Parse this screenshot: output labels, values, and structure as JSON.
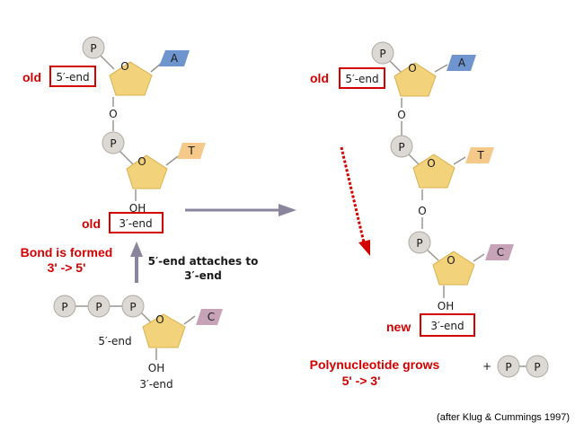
{
  "colors": {
    "phosphate_fill": "#dcd8d3",
    "phosphate_stroke": "#b0aaa4",
    "sugar_fill": "#f2d27a",
    "sugar_stroke": "#d8b04e",
    "base_A": "#6f95cf",
    "base_T": "#f5c989",
    "base_C": "#c7a3b7",
    "highlight_red": "#d40000",
    "arrow_grey": "#8a849c"
  },
  "labels": {
    "phosphate": "P",
    "ring_oxygen": "O",
    "linker_oxygen": "O",
    "hydroxyl": "OH",
    "base_A": "A",
    "base_T": "T",
    "base_C": "C",
    "five_prime_end": "5′-end",
    "three_prime_end": "3′-end",
    "old": "old",
    "new": "new",
    "bond_formed_line1": "Bond is formed",
    "bond_formed_line2": "3' -> 5'",
    "attaches_line1": "5′-end attaches to",
    "attaches_line2": "3′-end",
    "grows_line1": "Polynucleotide grows",
    "grows_line2": "5' -> 3'",
    "plus": "+",
    "credit": "(after Klug & Cummings 1997)"
  }
}
